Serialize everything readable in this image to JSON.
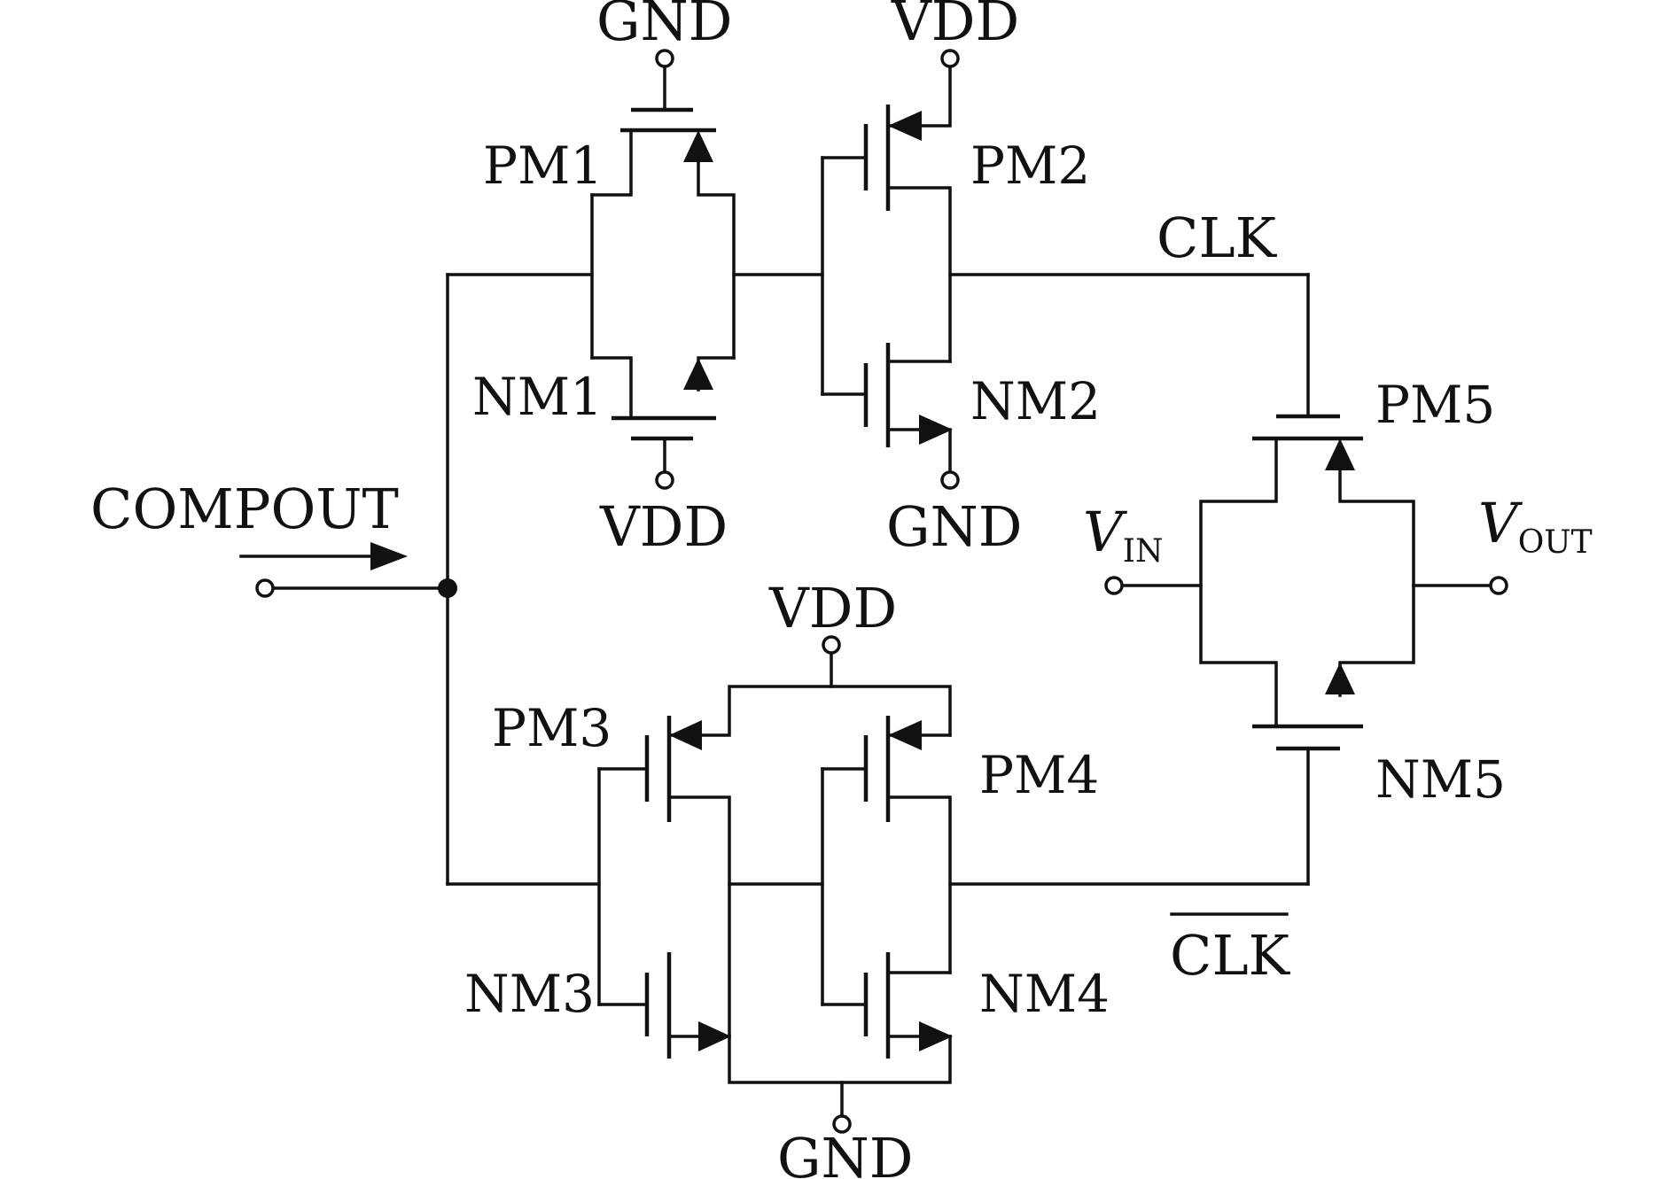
{
  "schematic": {
    "input_label": "COMPOUT",
    "clock_label": "CLK",
    "clock_bar_label": "CLK",
    "vin": {
      "main": "V",
      "sub": "IN"
    },
    "vout": {
      "main": "V",
      "sub": "OUT"
    },
    "transistors": {
      "pm1": "PM1",
      "nm1": "NM1",
      "pm2": "PM2",
      "nm2": "NM2",
      "pm3": "PM3",
      "nm3": "NM3",
      "pm4": "PM4",
      "nm4": "NM4",
      "pm5": "PM5",
      "nm5": "NM5"
    },
    "rails": {
      "pm1_supply": "GND",
      "nm1_supply": "VDD",
      "pm2_supply": "VDD",
      "nm2_supply": "GND",
      "bottom_vdd": "VDD",
      "bottom_gnd": "GND"
    }
  }
}
